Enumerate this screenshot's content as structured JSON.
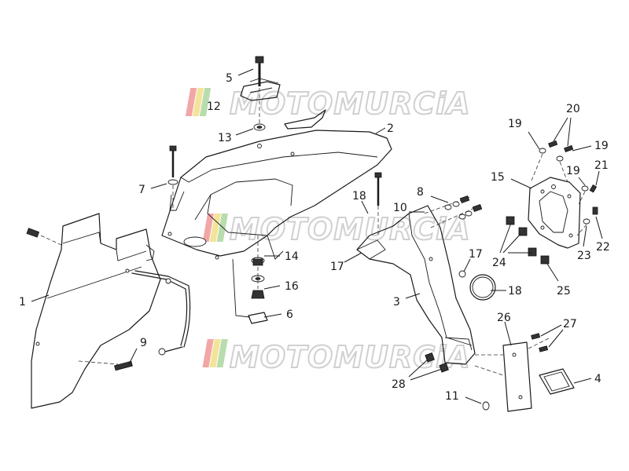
{
  "watermark": {
    "text": "MOTOMURCiA",
    "stripe_colors": [
      "#f2a7a7",
      "#f3e49a",
      "#b8dcae"
    ]
  },
  "callouts": {
    "c1": "1",
    "c2": "2",
    "c3": "3",
    "c4": "4",
    "c5": "5",
    "c6": "6",
    "c7": "7",
    "c8": "8",
    "c9": "9",
    "c10": "10",
    "c11": "11",
    "c12": "12",
    "c13": "13",
    "c14": "14",
    "c15": "15",
    "c16": "16",
    "c17a": "17",
    "c17b": "17",
    "c18a": "18",
    "c18b": "18",
    "c19a": "19",
    "c19b": "19",
    "c19c": "19",
    "c20": "20",
    "c21": "21",
    "c22": "22",
    "c23": "23",
    "c24": "24",
    "c25": "25",
    "c26": "26",
    "c27": "27",
    "c28": "28"
  }
}
